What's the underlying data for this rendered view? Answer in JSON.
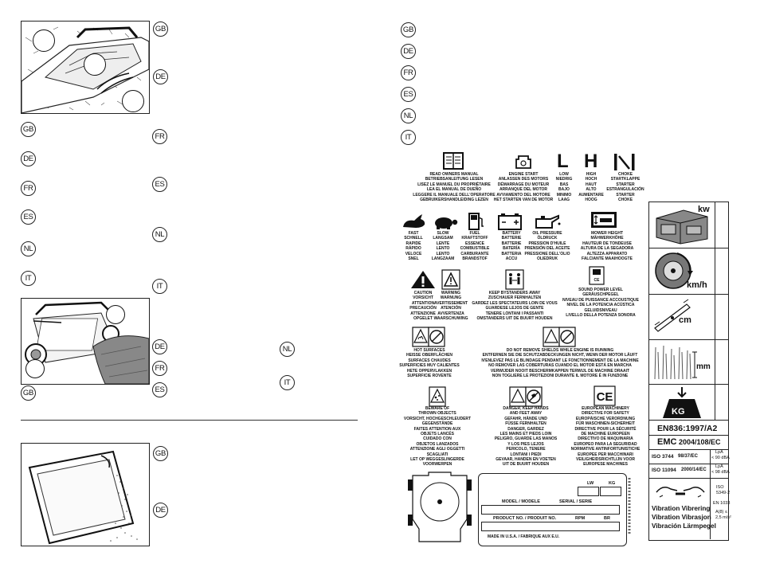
{
  "left_page": {
    "fig1_callouts": [
      "",
      "",
      ""
    ],
    "langs_fig1_right": [
      "GB",
      "DE"
    ],
    "langs_left_col": [
      "GB",
      "DE",
      "FR",
      "ES",
      "NL",
      "IT"
    ],
    "langs_mid_col": [
      "FR",
      "ES",
      "NL",
      "IT",
      "DE",
      "FR",
      "ES"
    ],
    "langs_mid_right": [
      "NL",
      "IT"
    ],
    "lang_below_fig2": "GB",
    "langs_fig3": [
      "GB",
      "DE"
    ]
  },
  "right_page": {
    "langs": [
      "GB",
      "DE",
      "FR",
      "ES",
      "NL",
      "IT"
    ],
    "symbols_row1": [
      {
        "icon": "manual-book-icon",
        "label": "READ OWNERS MANUAL\nBETRIEBSANLEITUNG LESEN\nLISEZ LE MANUEL DU PROPRIÉTAIRE\nLEA EL MANUAL DE DUEÑO\nLEGGERE IL MANUALE DELL'OPERATORE\nGEBRUIKERSHANDLEIDING LEZEN"
      },
      {
        "icon": "engine-start-icon",
        "label": "ENGINE START\nANLASSEN DES MOTORS\nDÉMARRAGE DU MOTEUR\nARRANQUE DEL MOTOR\nAVVIAMENTO DEL MOTORE\nHET STARTEN VAN DE MOTOR"
      },
      {
        "icon": "L",
        "label": "LOW\nNIEDRIG\nBAS\nBAJO\nMINIMO\nLAAG"
      },
      {
        "icon": "H",
        "label": "HIGH\nHOCH\nHAUT\nALTO\nAUMENTARE\nHOOG"
      },
      {
        "icon": "choke-icon",
        "label": "CHOKE\nSTARTKLAPPE\nSTARTER\nESTRANGULACIÓN\nSTARTER\nCHOKE"
      }
    ],
    "symbols_row2": [
      {
        "icon": "rabbit-icon",
        "label": "FAST\nSCHNELL\nRAPIDE\nRÁPIDO\nVELOCE\nSNEL"
      },
      {
        "icon": "turtle-icon",
        "label": "SLOW\nLANGSAM\nLENTE\nLENTO\nLENTO\nLANGZAAM"
      },
      {
        "icon": "fuel-pump-icon",
        "label": "FUEL\nKRAFTSTOFF\nESSENCE\nCOMBUSTIBLE\nCARBURANTE\nBRANDSTOF"
      },
      {
        "icon": "battery-icon",
        "label": "BATTERY\nBATTERIE\nBATTERIE\nBATERÍA\nBATTERIA\nACCU"
      },
      {
        "icon": "oil-can-icon",
        "label": "OIL PRESSURE\nÖLDRUCK\nPRESSION D'HUILE\nPRENSIÓN DEL ACEITE\nPRESSIONE DELL'OLIO\nOLIEDRUK"
      },
      {
        "icon": "mower-height-icon",
        "label": "MOWER HEIGHT\nMÄHWERKHÖHE\nHAUTEUR DE TONDEUSE\nALTURA DE LA SEGADORA\nALTEZZA APPARATO\nFALCIANTE MAAIHOOGTE"
      }
    ],
    "symbols_row3": [
      {
        "icon": "caution-icon",
        "label": "CAUTION\nVORSICHT\nATTENTION\nPRECAUCIÓN\nATTENZIONE\nOPGELET"
      },
      {
        "icon": "warning-icon",
        "label": "WARNING\nWARNUNG\nAVERTISSEMENT\nATENCIÓN\nAVVERTENZA\nWAARSCHUWING"
      },
      {
        "icon": "bystanders-icon",
        "label": "KEEP BYSTANDERS AWAY\nZUSCHAUER FERNHALTEN\nGARDEZ LES SPECTATEURS LOIN DE VOUS\nGUARDESE LEJOS DE GENTE\nTENERE LONTANI I PASSANTI\nOMSTANDERS UIT DE BUURT HOUDEN"
      },
      {
        "icon": "sound-level-icon",
        "label": "SOUND POWER LEVEL\nGERÄUSCHPEGEL\nNIVEAU DE PUISSANCE ACCOUSTIQUE\nNIVEL DE LA POTENCIA ACÚSTICA\nGELUIDSNIVEAU\nLIVELLO DELLA POTENZA SONORA"
      }
    ],
    "symbols_row4": [
      {
        "icon": "hot-surface-icon",
        "label": "HOT SURFACES\nHEISSE OBERFLÄCHEN\nSURFACES CHAUDES\nSUPERFICIES MUY CALIENTES\nHETE OPPERVLAKKEN\nSUPERFICIE ROVENTE"
      },
      {
        "icon": "shield-icon",
        "label": "DO NOT REMOVE SHIELDS WHILE ENGINE IS RUNNING\nENTFERNEN SIE DIE SCHUTZABDECKUNGEN NICHT, WENN DER MOTOR LÄUFT\nN'ENLEVEZ PAS LE BLINDAGE PENDANT LE FONCTIONNEMENT DE LA MACHINE\nNO REMOVER LAS COBERTURAS CUANDO EL MOTOR ESTÁ EN MARCHA\nVERWIJDER NOOIT BESCHERMKAPPEN TERWIJL DE MACHINE DRAAIT\nNON TOGLIERE LE PROTEZIONI DURANTE IL MOTORE È IN FUNZIONE"
      }
    ],
    "symbols_row5": [
      {
        "icon": "thrown-objects-icon",
        "label": "BEWARE OF\nTHROWN OBJECTS\nVORSICHT, HOCHGESCHLEUDERT\nGEGENSTÄNDE\nFAITES ATTENTION AUX\nOBJETS LANCÉS\nCUIDADO CON\nOBJETOS LANZADOS\nATTENZIONE AGLI OGGETTI\nSCAGLIATI\nLET OP WEGGESLINGERDE\nVOORWERPEN"
      },
      {
        "icon": "keep-hands-icon",
        "label": "DANGER, KEEP HANDS\nAND FEET AWAY\nGEFAHR, HÄNDE UND\nFÜSSE FERNHALTEN\nDANGER, GARDEZ\nLES MAINS ET PIEDS LOIN\nPELIGRO, GUARDE LAS MANOS\nY LOS PIES LEJOS\nPERICOLO, TENERE\nLONTANI I PIEDI\nGEVAAR, HANDEN EN VOETEN\nUIT DE BUURT HOUDEN"
      },
      {
        "icon": "ce-mark-icon",
        "label": "EUROPEAN MACHINERY\nDIRECTIVE FOR SAFETY\nEUROPÄISCHE VERORDNUNG\nFÜR MASCHINEN-SICHERHEIT\nDIRECTIVE POUR LA SÉCURITÉ\nDE MACHINE EUROPEEN\nDIRECTIVO DE MAQUINARIA\nEUROPEO PARA LA SEGURIDAD\nNORMATIVE ANTINFORTUNISTICHE\nEUROPEE PER MACCHINARI\nVEILIGHEIDSRICHTLIJN VOOR\nEUROPESE MACHINES"
      }
    ],
    "plate": {
      "lw": "LW",
      "kg": "KG",
      "model": "MODEL / MODELE",
      "serial": "SERIAL / SERIE",
      "product": "PRODUCT NO. / PRODUIT NO.",
      "rpm": "RPM",
      "br": "BR",
      "made": "MADE IN U.S.A. / FABRIQUE AUX E.U."
    },
    "specs": {
      "kw": "kw",
      "kmh": "km/h",
      "cm": "cm",
      "mm": "mm",
      "kg": "KG",
      "en836": "EN836:1997/A2",
      "emc": "EMC",
      "emc_dir": "2004/108/EC",
      "iso3744": "ISO 3744",
      "iso3744_dir": "98/37/EC",
      "lpa1": "LpA",
      "lpa1_val": "< 90 dBA",
      "iso11094": "ISO 11094",
      "iso11094_dir": "2000/14/EC",
      "lpa2": "LpA",
      "lpa2_val": "< 98 dBA",
      "iso5349": "ISO\n5349-2",
      "en1033": "EN 1033",
      "aeq": "A(8) ≤\n2,5 m/s²",
      "vib": [
        "Vibration  Vibrering",
        "Vibration  Vibrasjon",
        "Vibración  Lärmpegel"
      ]
    }
  }
}
